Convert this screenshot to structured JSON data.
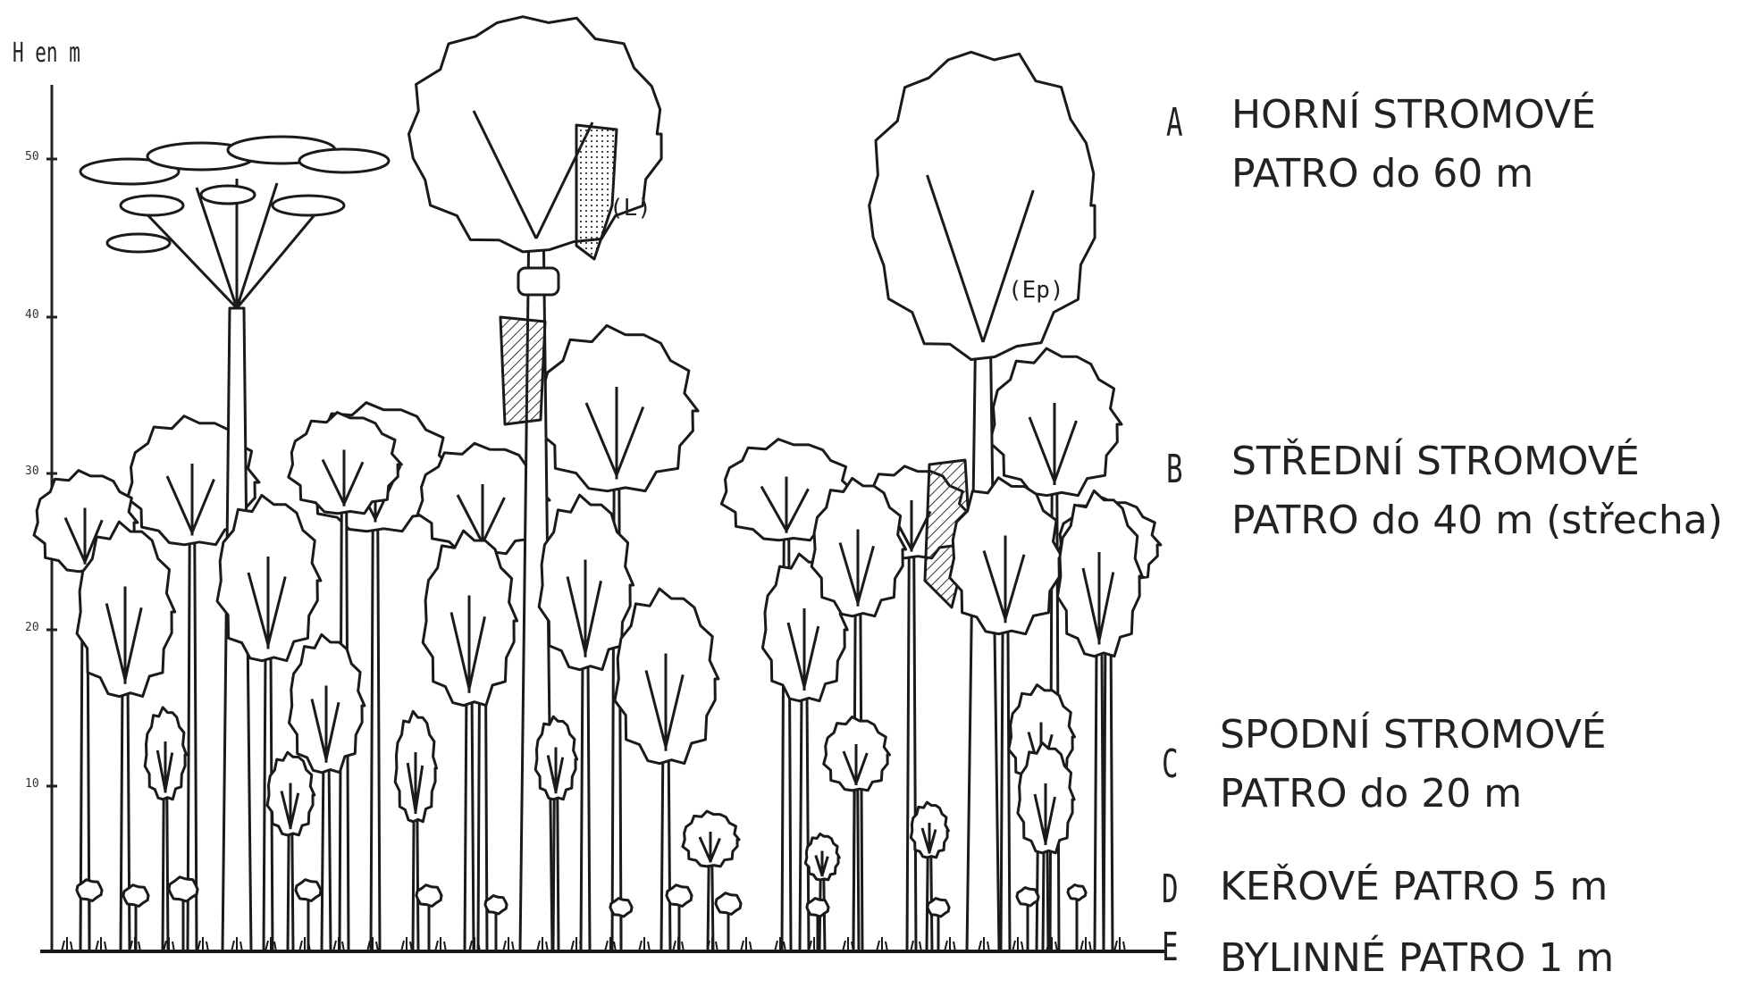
{
  "axis": {
    "title": "H en m",
    "ticks": [
      "50",
      "40",
      "30",
      "20",
      "10"
    ]
  },
  "markers": {
    "liana": "(L)",
    "epiphyte": "(Ep)"
  },
  "layers": [
    {
      "letter": "A",
      "line1": "HORNÍ STROMOVÉ",
      "line2": "PATRO do 60 m"
    },
    {
      "letter": "B",
      "line1": "STŘEDNÍ STROMOVÉ",
      "line2": "PATRO do 40 m (střecha)"
    },
    {
      "letter": "C",
      "line1": "SPODNÍ STROMOVÉ",
      "line2": "PATRO do 20 m"
    },
    {
      "letter": "D",
      "line1": "KEŘOVÉ PATRO 5 m"
    },
    {
      "letter": "E",
      "line1": "BYLINNÉ PATRO 1 m"
    }
  ]
}
